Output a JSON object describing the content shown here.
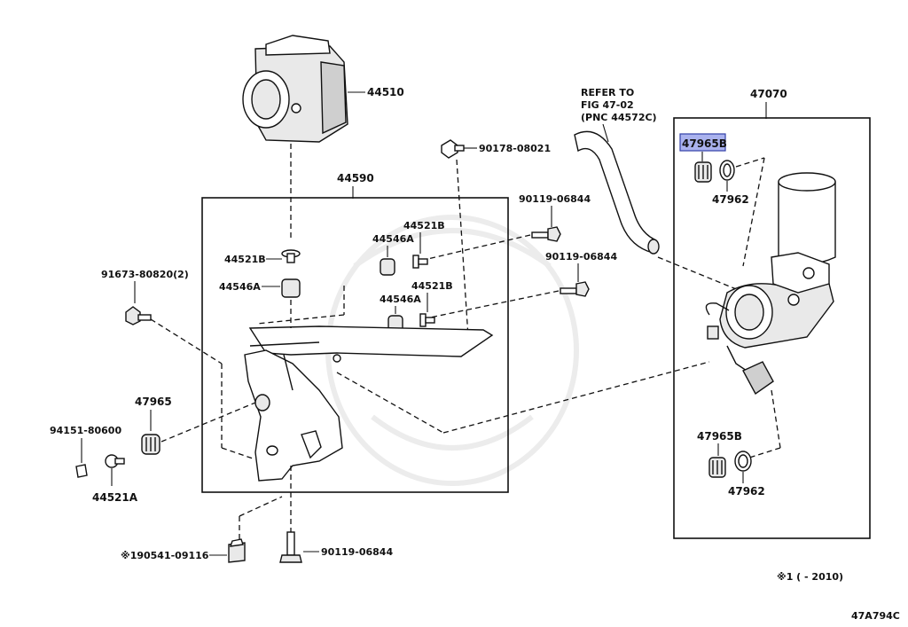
{
  "labels": {
    "abs_actuator": "44510",
    "bracket_assy": "44590",
    "pump_assy": "47070",
    "bolt_top": "90178-08021",
    "bolt_a": "90119-06844",
    "bolt_b": "90119-06844",
    "bolt_bottom": "90119-06844",
    "collar_top_right": "44521B",
    "cushion_top_right": "44546A",
    "collar_top_left": "44521B",
    "cushion_top_left": "44546A",
    "cushion_mid": "44546A",
    "collar_mid": "44521B",
    "bolt_left": "91673-80820(2)",
    "grommet_left": "47965",
    "nut_small": "94151-80600",
    "collar_small": "44521A",
    "nut_bottom": "※190541-09116",
    "grommet_hl": "47965B",
    "oring_top": "47962",
    "grommet_bottom": "47965B",
    "oring_bottom": "47962"
  },
  "refer_note": {
    "line1": "REFER TO",
    "line2": "FIG 47-02",
    "line3": "(PNC 44572C)"
  },
  "footnote": "※1 (      - 2010)",
  "diagram_code": "47A794C",
  "colors": {
    "highlight_fill": "#aab2ee",
    "highlight_stroke": "#3340a8"
  }
}
